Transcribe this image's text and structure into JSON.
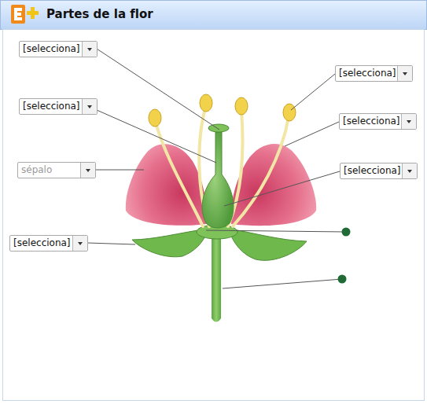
{
  "diagram": {
    "title": "Partes de la flor",
    "nodes": [
      {
        "text": [
          "[selecciona]"
        ]
      },
      {
        "text": [
          "[selecciona]"
        ]
      },
      {
        "text": [
          "[selecciona]"
        ]
      },
      {
        "text": [
          "[selecciona]"
        ]
      },
      {
        "text": [
          "sépalo"
        ]
      },
      {
        "text": [
          "[selecciona]"
        ]
      },
      {
        "text": [
          "[selecciona]"
        ]
      }
    ]
  }
}
